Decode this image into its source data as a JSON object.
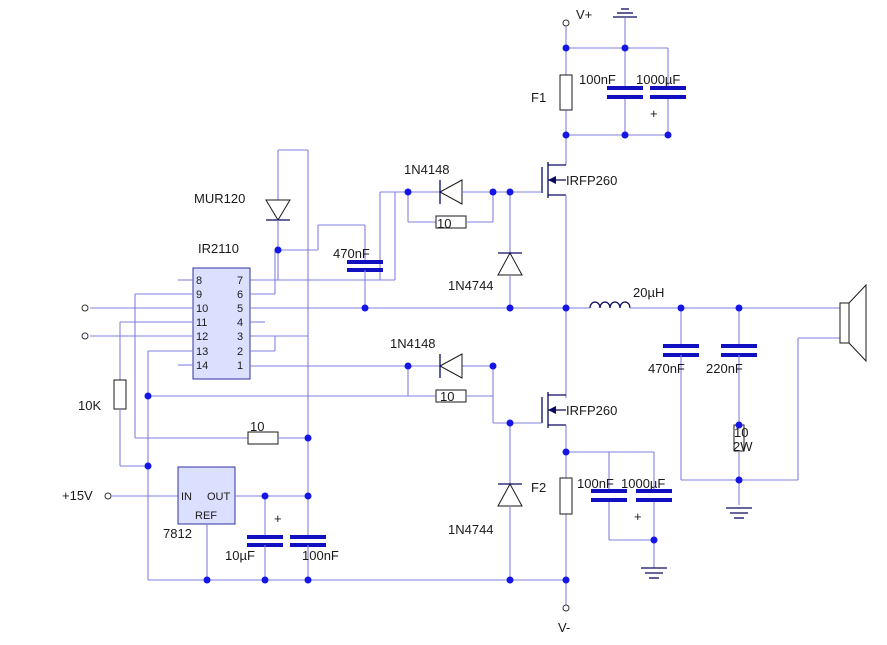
{
  "labels": {
    "v_plus": "V+",
    "v_minus": "V-",
    "plus15": "+15V",
    "f1": "F1",
    "f2": "F2",
    "c_top_100n": "100nF",
    "c_top_1000u": "1000µF",
    "c_bot_100n": "100nF",
    "c_bot_1000u": "1000µF",
    "mur120": "MUR120",
    "ir2110": "IR2110",
    "d_hi_1n4148": "1N4148",
    "d_lo_1n4148": "1N4148",
    "r_hi_10": "10",
    "r_lo_10": "10",
    "r_sd_10": "10",
    "c_boot": "470nF",
    "z_hi": "1N4744",
    "z_lo": "1N4744",
    "q_hi": "IRFP260",
    "q_lo": "IRFP260",
    "inductor": "20µH",
    "c_out_470n": "470nF",
    "c_out_220n": "220nF",
    "r_zobel_1": "10",
    "r_zobel_2": "2W",
    "pot": "10K",
    "reg": "7812",
    "reg_in": "IN",
    "reg_out": "OUT",
    "reg_ref": "REF",
    "c_reg_10u": "10µF",
    "c_reg_100n": "100nF",
    "plus_sign": "+"
  },
  "ic_pins": {
    "left": [
      "8",
      "9",
      "10",
      "11",
      "12",
      "13",
      "14"
    ],
    "right": [
      "7",
      "6",
      "5",
      "4",
      "3",
      "2",
      "1"
    ]
  }
}
